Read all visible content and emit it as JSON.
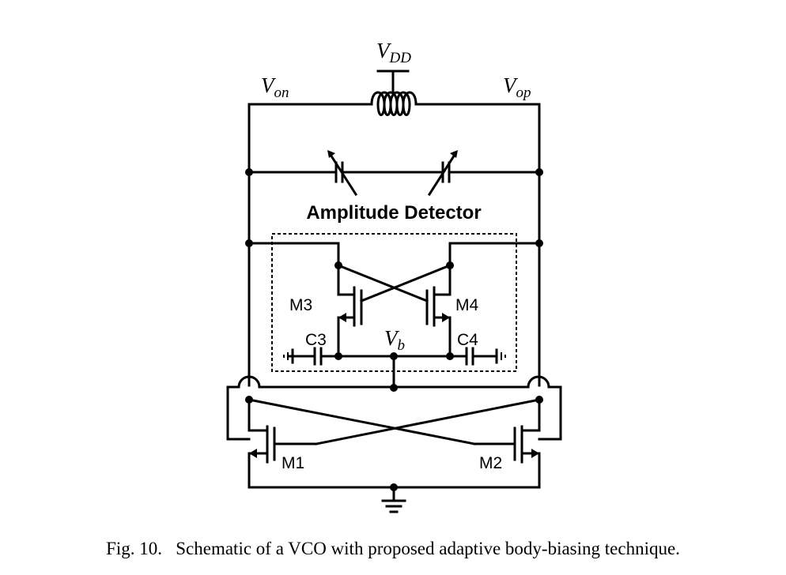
{
  "labels": {
    "vdd": {
      "main": "V",
      "sub": "DD"
    },
    "von": {
      "main": "V",
      "sub": "on"
    },
    "vop": {
      "main": "V",
      "sub": "op"
    },
    "vb": {
      "main": "V",
      "sub": "b"
    },
    "amplitude_detector": "Amplitude Detector",
    "m1": "M1",
    "m2": "M2",
    "m3": "M3",
    "m4": "M4",
    "c3": "C3",
    "c4": "C4"
  },
  "caption": "Fig. 10.   Schematic of a VCO with proposed adaptive body-biasing technique."
}
